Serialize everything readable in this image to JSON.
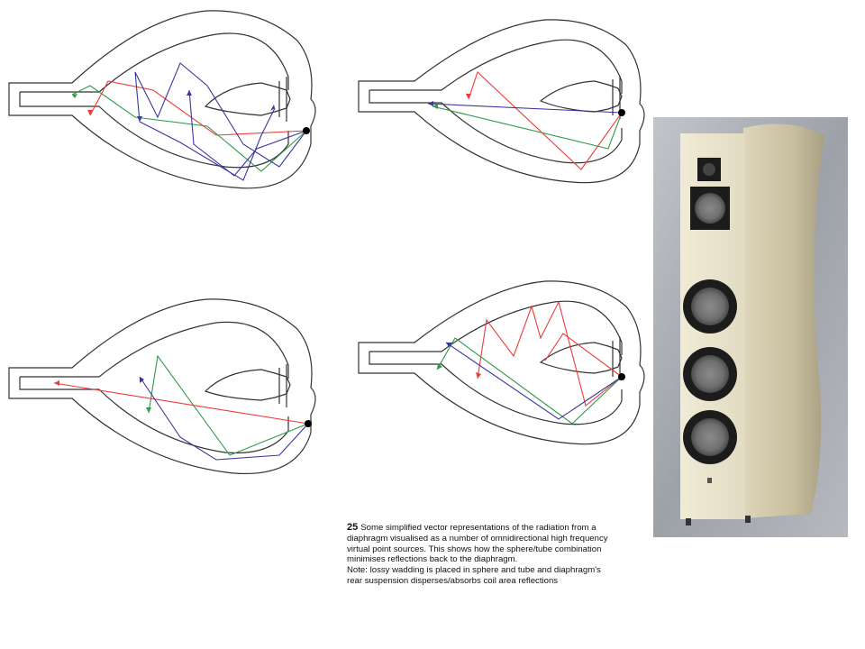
{
  "caption": {
    "figure_number": "25",
    "text": "Some simplified vector representations of the radiation from a diaphragm visualised as a number of omnidirectional high frequency virtual point sources. This shows how the sphere/tube combination minimises reflections back to the diaphragm.",
    "note": "Note: lossy wadding is placed in sphere and tube and diaphragm's rear suspension disperses/absorbs coil area reflections"
  },
  "colors": {
    "outline": "#333333",
    "ray_red": "#ee3a3a",
    "ray_green": "#2e9a4a",
    "ray_blue": "#3a36a0",
    "cabinet": "#e6e0c8",
    "driver": "#1c1c1c",
    "background_gray": "#a9adb3"
  },
  "icons": [
    "diaphragm-dot",
    "arrowhead"
  ]
}
